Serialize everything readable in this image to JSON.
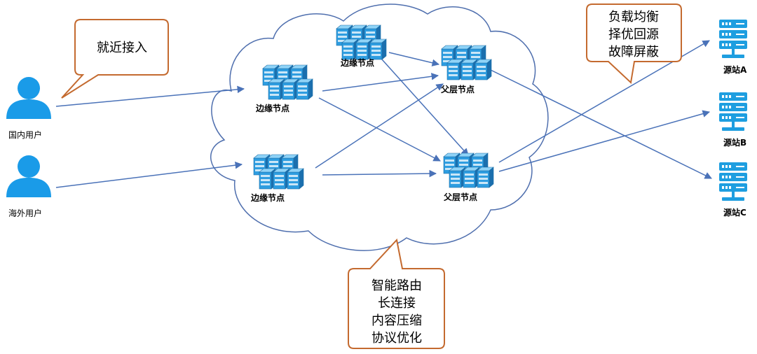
{
  "users": {
    "domestic": "国内用户",
    "overseas": "海外用户"
  },
  "edge_nodes": [
    "边缘节点",
    "边缘节点",
    "边缘节点"
  ],
  "parent_nodes": [
    "父层节点",
    "父层节点"
  ],
  "origins": [
    "源站A",
    "源站B",
    "源站C"
  ],
  "callouts": {
    "access": [
      "就近接入"
    ],
    "routing": [
      "智能路由",
      "长连接",
      "内容压缩",
      "协议优化"
    ],
    "balancing": [
      "负载均衡",
      "择优回源",
      "故障屏蔽"
    ]
  },
  "colors": {
    "user_icon": "#1a9be8",
    "server_icon": "#1e9ee0",
    "arrow": "#4a72b8",
    "cloud_stroke": "#4f6fae",
    "callout_stroke": "#c46a2f"
  }
}
